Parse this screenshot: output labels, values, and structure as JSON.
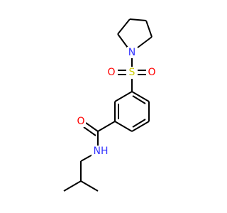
{
  "molecule": {
    "atoms": {
      "N_ring": {
        "text": "N",
        "color": "#3333ff"
      },
      "S": {
        "text": "S",
        "color": "#cccc00"
      },
      "O_left": {
        "text": "O",
        "color": "#ff0000"
      },
      "O_right": {
        "text": "O",
        "color": "#ff0000"
      },
      "O_amide": {
        "text": "O",
        "color": "#ff0000"
      },
      "NH": {
        "text": "NH",
        "color": "#3333ff"
      }
    }
  }
}
